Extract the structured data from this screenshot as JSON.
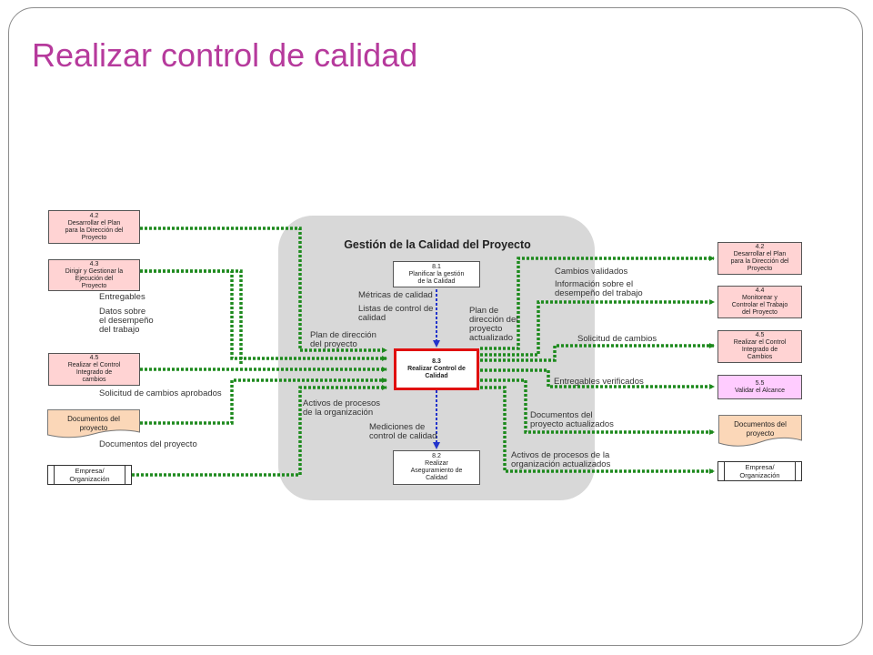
{
  "slide_title": "Realizar  control de calidad",
  "panel_title": "Gestión de la Calidad del Proyecto",
  "inner": {
    "plan": "8.1\nPlanificar la gestión\nde la Calidad",
    "main": "8.3\nRealizar Control de\nCalidad",
    "assure": "8.2\nRealizar\nAseguramiento de\nCalidad"
  },
  "inputs": {
    "i42": "4.2\nDesarrollar el Plan\npara la Dirección del\nProyecto",
    "i43": "4.3\nDirigir y Gestionar la\nEjecución del\nProyecto",
    "i45": "4.5\nRealizar el Control\nIntegrado de\ncambios",
    "docs": "Documentos del\nproyecto",
    "emp": "Empresa/\nOrganización"
  },
  "outputs": {
    "o42": "4.2\nDesarrollar el Plan\npara la Dirección del\nProyecto",
    "o44": "4.4\nMonitorear y\nControlar el Trabajo\ndel Proyecto",
    "o45": "4.5\nRealizar el Control\nIntegrado de\nCambios",
    "o55": "5.5\nValidar  el Alcance",
    "docs": "Documentos del\nproyecto",
    "emp": "Empresa/\nOrganización"
  },
  "labels": {
    "entregables": "Entregables",
    "datos": "Datos sobre\nel desempeño\ndel trabajo",
    "solicitud_aprobados": "Solicitud de cambios aprobados",
    "docs_proyecto": "Documentos del proyecto",
    "metricas": "Métricas de calidad",
    "listas": "Listas de control de\ncalidad",
    "plan_direccion": "Plan de dirección\ndel proyecto",
    "activos": "Activos de procesos\nde la organización",
    "mediciones": "Mediciones de\ncontrol de calidad",
    "plan_actualizado": "Plan de\ndirección del\nproyecto\nactualizado",
    "cambios_validados": "Cambios validados",
    "informacion": "Información sobre el\ndesempeño del trabajo",
    "solicitud_cambios": "Solicitud de cambios",
    "entregables_verificados": "Entregables verificados",
    "docs_actualizados": "Documentos del\nproyecto actualizados",
    "activos_actualizados": "Activos de procesos de la\norganización actualizados"
  },
  "colors": {
    "title": "#b63a9c",
    "connector": "#1e8a1e",
    "inner_arrow": "#2233cc",
    "main_border": "#e01010",
    "panel": "#d8d8d8",
    "input_box": "#ffd3d3",
    "validate_box": "#ffccff",
    "document": "#fbd7b8"
  }
}
